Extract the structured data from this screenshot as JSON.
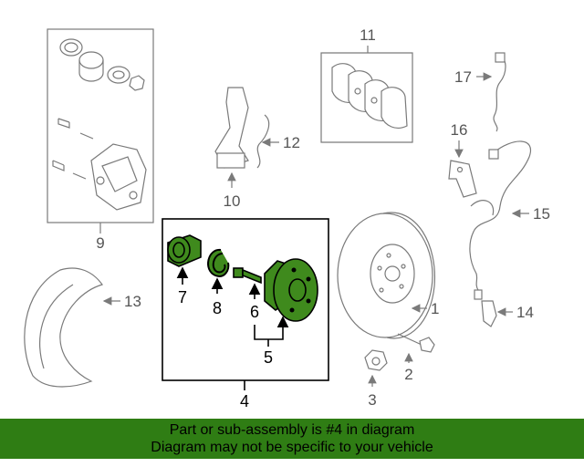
{
  "callouts": {
    "n1": "1",
    "n2": "2",
    "n3": "3",
    "n4": "4",
    "n5": "5",
    "n6": "6",
    "n7": "7",
    "n8": "8",
    "n9": "9",
    "n10": "10",
    "n11": "11",
    "n12": "12",
    "n13": "13",
    "n14": "14",
    "n15": "15",
    "n16": "16",
    "n17": "17"
  },
  "banner": {
    "line1": "Part or sub-assembly is #4 in diagram",
    "line2": "Diagram may not be specific to your vehicle",
    "color": "#2f7d14"
  },
  "highlight_color": "#3f8a1d"
}
